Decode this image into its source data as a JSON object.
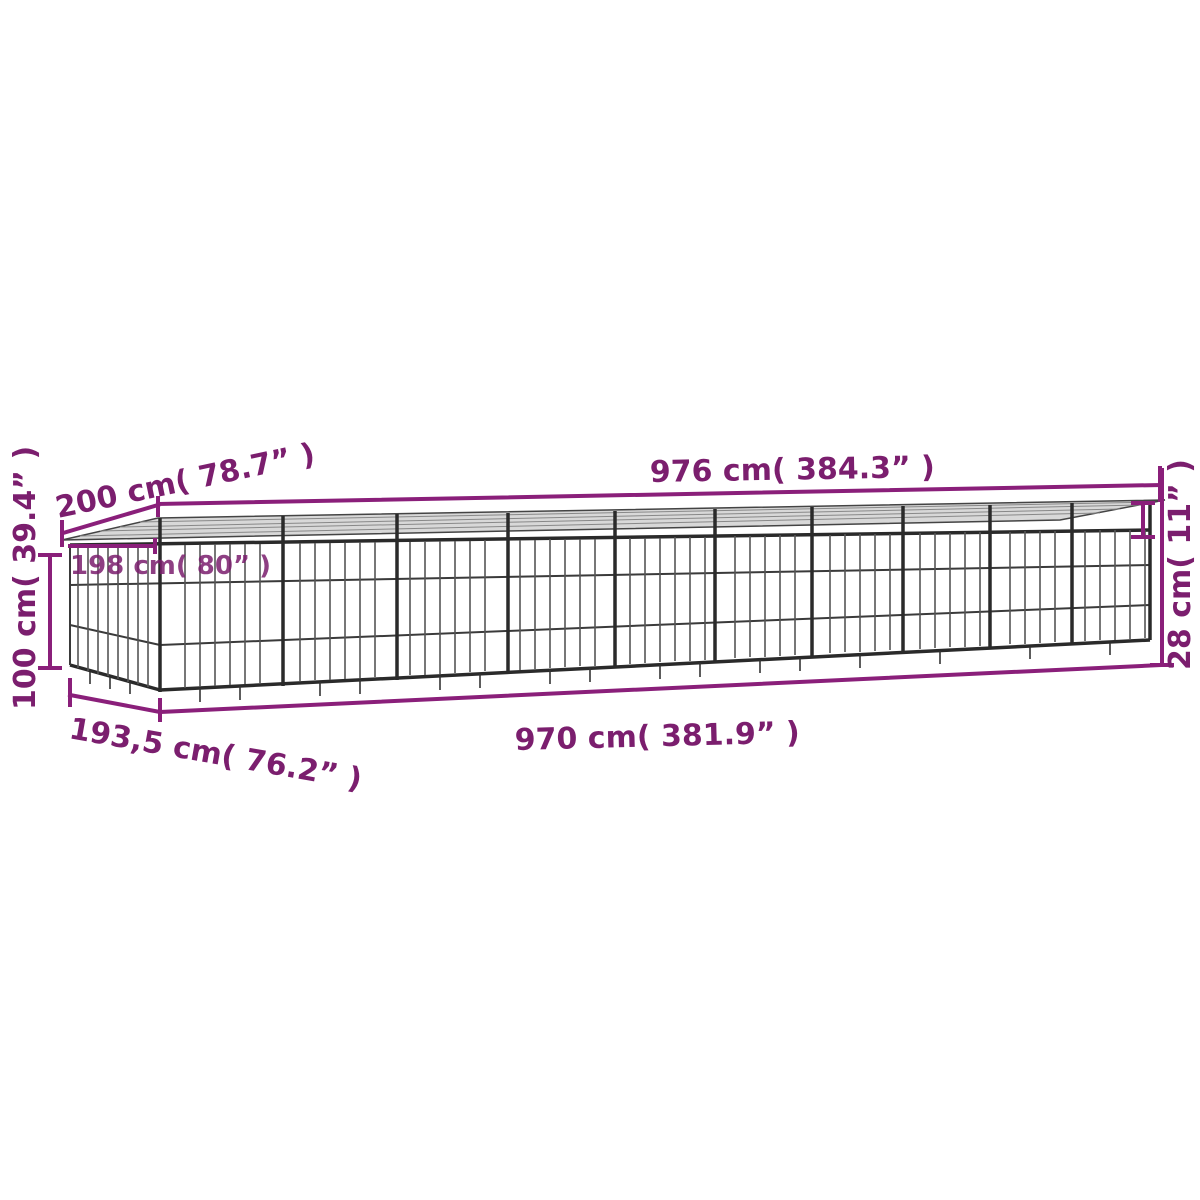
{
  "diagram": {
    "title": "Outdoor dog kennel with roof - dimensions",
    "accent_color": "#7b1e6e",
    "line_color": "#8a1f7a",
    "object": {
      "type": "dog-kennel-row",
      "units_count": 10,
      "has_roof": true
    },
    "dimensions": {
      "roof_depth": {
        "label": "200 cm( 78.7” )",
        "cm": 200,
        "inch": 78.7
      },
      "roof_length": {
        "label": "976 cm( 384.3” )",
        "cm": 976,
        "inch": 384.3
      },
      "inner_depth": {
        "label": "198 cm( 80” )",
        "cm": 198,
        "inch": 80
      },
      "height": {
        "label": "100 cm( 39.4” )",
        "cm": 100,
        "inch": 39.4
      },
      "roof_gap": {
        "label": "28 cm( 11” )",
        "cm": 28,
        "inch": 11
      },
      "base_length": {
        "label": "970 cm( 381.9” )",
        "cm": 970,
        "inch": 381.9
      },
      "base_depth": {
        "label": "193,5 cm( 76.2” )",
        "cm": 193.5,
        "inch": 76.2
      }
    }
  }
}
